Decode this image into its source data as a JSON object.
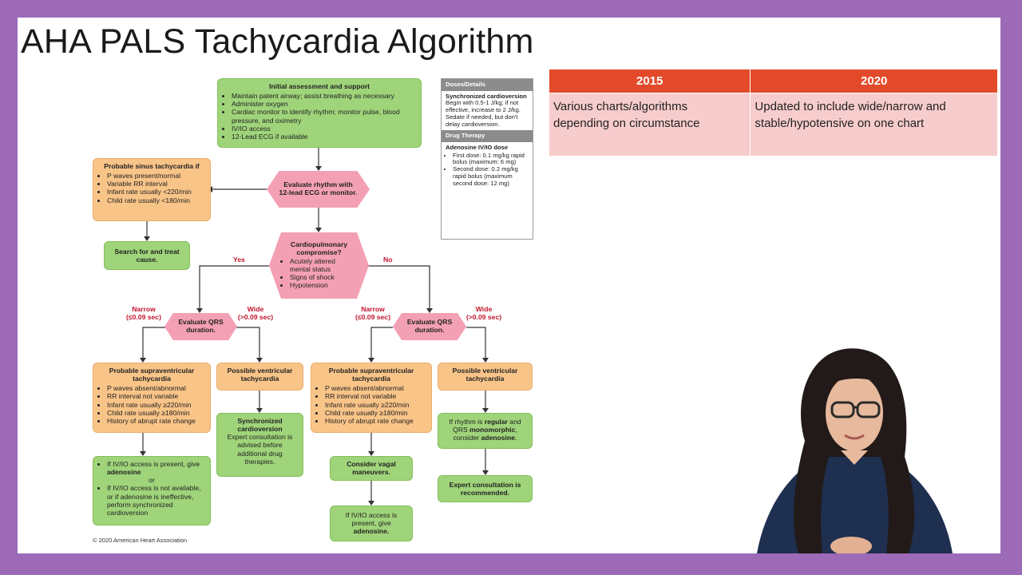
{
  "slide": {
    "title": "AHA PALS Tachycardia Algorithm",
    "copyright": "© 2020 American Heart Association"
  },
  "flow": {
    "initial": {
      "title": "Initial assessment and support",
      "items": [
        "Maintain patent airway; assist breathing as necessary",
        "Administer oxygen",
        "Cardiac monitor to identify rhythm; monitor pulse, blood pressure, and oximetry",
        "IV/IO access",
        "12-Lead ECG if available"
      ]
    },
    "evaluate_rhythm": "Evaluate rhythm with 12-lead ECG or monitor.",
    "sinus": {
      "title": "Probable sinus tachycardia if",
      "items": [
        "P waves present/normal",
        "Variable RR interval",
        "Infant rate usually <220/min",
        "Child rate usually <180/min"
      ]
    },
    "search_treat": "Search for and treat cause.",
    "cardio": {
      "title": "Cardiopulmonary compromise?",
      "items": [
        "Acutely altered mental status",
        "Signs of shock",
        "Hypotension"
      ]
    },
    "yes": "Yes",
    "no": "No",
    "narrow": "Narrow",
    "narrow_val": "(≤0.09 sec)",
    "wide": "Wide",
    "wide_val": "(>0.09 sec)",
    "evaluate_qrs": "Evaluate QRS duration.",
    "svt": {
      "title": "Probable supraventricular tachycardia",
      "items": [
        "P waves absent/abnormal",
        "RR interval not variable",
        "Infant rate usually ≥220/min",
        "Child rate usually ≥180/min",
        "History of abrupt rate change"
      ]
    },
    "vt": "Possible ventricular tachycardia",
    "sync_title": "Synchronized cardioversion",
    "sync_body": "Expert consultation is advised before additional drug therapies.",
    "iv_left": {
      "a1": "If IV/IO access is present, give ",
      "a2": "adenosine",
      "or": "or",
      "b": "If IV/IO access is not available, or if adenosine is ineffective, perform synchronized cardioversion"
    },
    "vagal": "Consider vagal maneuvers.",
    "iv_mid": {
      "a": "If IV/IO access is present, give",
      "b": "adenosine."
    },
    "regular": {
      "p1": "If rhythm is ",
      "p2": "regular",
      "p3": " and QRS ",
      "p4": "monomorphic",
      "p5": ", consider ",
      "p6": "adenosine",
      "p7": "."
    },
    "expert": "Expert consultation is recommended."
  },
  "dose": {
    "header": "Doses/Details",
    "sync_title": "Synchronized cardioversion",
    "sync_body": "Begin with 0.5-1 J/kg; if not effective, increase to 2 J/kg. Sedate if needed, but don't delay cardioversion.",
    "drug_header": "Drug Therapy",
    "aden_title": "Adenosine IV/IO dose",
    "aden_items": [
      "First dose: 0.1 mg/kg rapid bolus (maximum: 6 mg)",
      "Second dose: 0.2 mg/kg rapid bolus (maximum second dose: 12 mg)"
    ]
  },
  "table": {
    "headers": [
      "2015",
      "2020"
    ],
    "rows": [
      [
        "Various charts/algorithms depending on circumstance",
        "Updated to include wide/narrow and stable/hypotensive on one chart"
      ]
    ]
  },
  "colors": {
    "frame": "#9d6ab8",
    "green": "#9fd47a",
    "orange": "#f9c488",
    "pink": "#f4a0b4",
    "red_label": "#c0152b",
    "table_header": "#e24a2a",
    "table_cell": "#f7cccc"
  }
}
